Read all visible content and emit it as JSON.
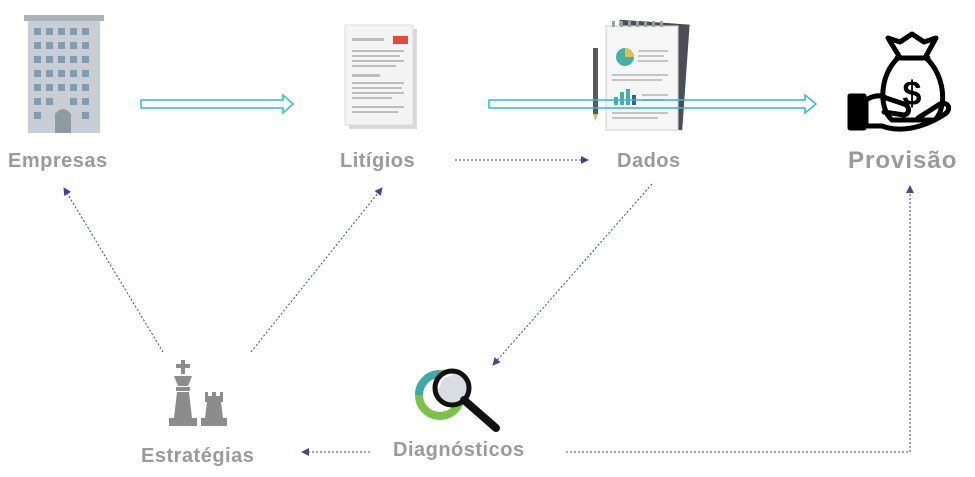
{
  "nodes": {
    "empresas": {
      "label": "Empresas",
      "icon": "office-building-icon"
    },
    "litigios": {
      "label": "Litígios",
      "icon": "legal-document-icon"
    },
    "dados": {
      "label": "Dados",
      "icon": "report-documents-icon"
    },
    "provisao": {
      "label": "Provisão",
      "icon": "money-bag-hand-icon"
    },
    "estrategias": {
      "label": "Estratégias",
      "icon": "chess-pieces-icon"
    },
    "diagnosticos": {
      "label": "Diagnósticos",
      "icon": "magnifier-chart-icon"
    }
  },
  "colors": {
    "label": "#9a9a9a",
    "flow_arrow": "#2fb8d6",
    "dotted_arrow": "#3d4a8f",
    "icon_gray": "#8c8c8c"
  }
}
